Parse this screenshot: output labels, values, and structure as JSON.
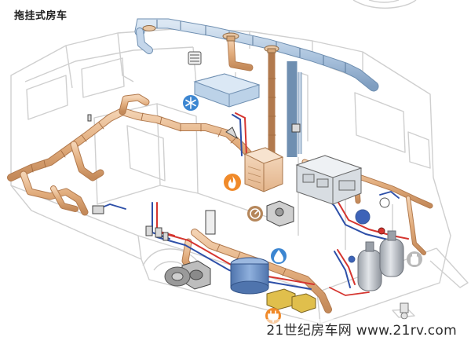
{
  "title": "拖挂式房车",
  "watermark": "21世纪房车网 www.21rv.com",
  "colors": {
    "outline": "#c9c9c9",
    "pipe_fill": "#e7b88c",
    "pipe_edge": "#b27a4e",
    "duct_fill": "#b9cfe6",
    "duct_edge": "#6f8fb1",
    "water_red": "#d5352f",
    "water_blue": "#2d4fa8",
    "icon_orange": "#f08a2a",
    "icon_blue": "#3c86d1",
    "icon_brown": "#b5865a",
    "icon_grey": "#b9b9b9",
    "gas_bottle": "#c2c6cc",
    "water_tank": "#6f94c9",
    "battery": "#d4b03a"
  },
  "icons": [
    {
      "name": "snowflake-icon",
      "meaning": "air-conditioning"
    },
    {
      "name": "flame-icon",
      "meaning": "heating"
    },
    {
      "name": "gauge-icon",
      "meaning": "gas"
    },
    {
      "name": "water-drop-icon",
      "meaning": "water"
    },
    {
      "name": "power-plug-icon",
      "meaning": "electrical"
    },
    {
      "name": "gas-bottle-icon",
      "meaning": "lpg"
    }
  ]
}
